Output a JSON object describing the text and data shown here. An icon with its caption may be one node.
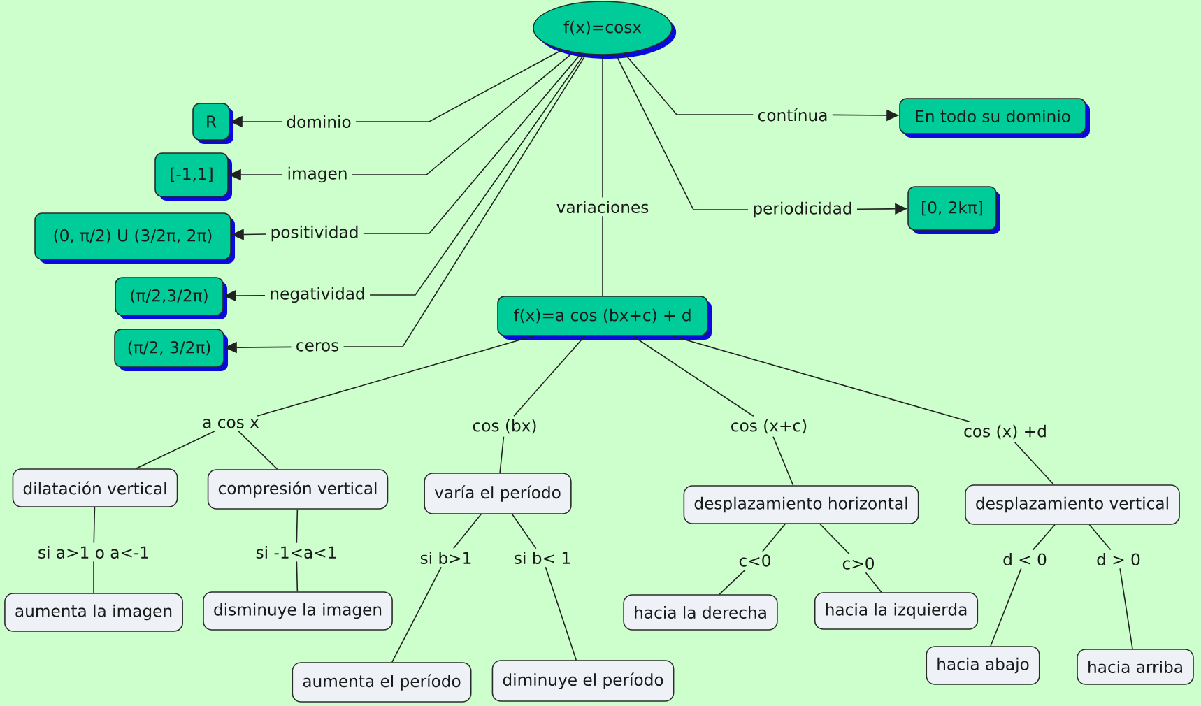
{
  "diagram": {
    "nodes": [
      {
        "text": [
          "f(x)=cosx"
        ]
      },
      {
        "text": [
          "dominio"
        ]
      },
      {
        "text": [
          "R"
        ]
      },
      {
        "text": [
          "imagen"
        ]
      },
      {
        "text": [
          "[-1,1]"
        ]
      },
      {
        "text": [
          "positividad"
        ]
      },
      {
        "text": [
          "(0, π/2) U (3/2π, 2π)"
        ]
      },
      {
        "text": [
          "negatividad"
        ]
      },
      {
        "text": [
          "(π/2,3/2π)"
        ]
      },
      {
        "text": [
          "ceros"
        ]
      },
      {
        "text": [
          "(π/2, 3/2π)"
        ]
      },
      {
        "text": [
          "contínua"
        ]
      },
      {
        "text": [
          "En todo su dominio"
        ]
      },
      {
        "text": [
          "variaciones"
        ]
      },
      {
        "text": [
          "periodicidad"
        ]
      },
      {
        "text": [
          "[0, 2kπ]"
        ]
      },
      {
        "text": [
          "f(x)=a cos (bx+c) + d"
        ]
      },
      {
        "text": [
          "a cos x"
        ]
      },
      {
        "text": [
          "cos (bx)"
        ]
      },
      {
        "text": [
          "cos (x+c)"
        ]
      },
      {
        "text": [
          "cos (x) +d"
        ]
      },
      {
        "text": [
          "dilatación vertical"
        ]
      },
      {
        "text": [
          "compresión vertical"
        ]
      },
      {
        "text": [
          "varía el período"
        ]
      },
      {
        "text": [
          "desplazamiento horizontal"
        ]
      },
      {
        "text": [
          "desplazamiento vertical"
        ]
      },
      {
        "text": [
          "si a>1 o a<-1"
        ]
      },
      {
        "text": [
          "si -1<a<1"
        ]
      },
      {
        "text": [
          "si b>1"
        ]
      },
      {
        "text": [
          "si b< 1"
        ]
      },
      {
        "text": [
          "c<0"
        ]
      },
      {
        "text": [
          "c>0"
        ]
      },
      {
        "text": [
          "d < 0"
        ]
      },
      {
        "text": [
          "d > 0"
        ]
      },
      {
        "text": [
          "aumenta la imagen"
        ]
      },
      {
        "text": [
          "disminuye la imagen"
        ]
      },
      {
        "text": [
          "aumenta el período"
        ]
      },
      {
        "text": [
          "diminuye el período"
        ]
      },
      {
        "text": [
          "hacia la derecha"
        ]
      },
      {
        "text": [
          "hacia la izquierda"
        ]
      },
      {
        "text": [
          "hacia abajo"
        ]
      },
      {
        "text": [
          "hacia arriba"
        ]
      }
    ],
    "edges": [
      {
        "from": 0,
        "to": 1,
        "arrow": "none"
      },
      {
        "from": 1,
        "to": 2,
        "arrow": "to"
      },
      {
        "from": 0,
        "to": 3,
        "arrow": "none"
      },
      {
        "from": 3,
        "to": 4,
        "arrow": "to"
      },
      {
        "from": 0,
        "to": 5,
        "arrow": "none"
      },
      {
        "from": 5,
        "to": 6,
        "arrow": "to"
      },
      {
        "from": 0,
        "to": 7,
        "arrow": "none"
      },
      {
        "from": 7,
        "to": 8,
        "arrow": "to"
      },
      {
        "from": 0,
        "to": 9,
        "arrow": "none"
      },
      {
        "from": 9,
        "to": 10,
        "arrow": "to"
      },
      {
        "from": 0,
        "to": 11,
        "arrow": "none"
      },
      {
        "from": 11,
        "to": 12,
        "arrow": "to"
      },
      {
        "from": 0,
        "to": 13,
        "arrow": "none"
      },
      {
        "from": 13,
        "to": 16,
        "arrow": "none"
      },
      {
        "from": 0,
        "to": 14,
        "arrow": "none"
      },
      {
        "from": 14,
        "to": 15,
        "arrow": "to"
      },
      {
        "from": 16,
        "to": 17,
        "arrow": "none"
      },
      {
        "from": 17,
        "to": 21,
        "arrow": "none"
      },
      {
        "from": 17,
        "to": 22,
        "arrow": "none"
      },
      {
        "from": 21,
        "to": 26,
        "arrow": "none"
      },
      {
        "from": 26,
        "to": 34,
        "arrow": "none"
      },
      {
        "from": 22,
        "to": 27,
        "arrow": "none"
      },
      {
        "from": 27,
        "to": 35,
        "arrow": "none"
      },
      {
        "from": 16,
        "to": 18,
        "arrow": "none"
      },
      {
        "from": 18,
        "to": 23,
        "arrow": "none"
      },
      {
        "from": 23,
        "to": 28,
        "arrow": "none"
      },
      {
        "from": 28,
        "to": 36,
        "arrow": "none"
      },
      {
        "from": 23,
        "to": 29,
        "arrow": "none"
      },
      {
        "from": 29,
        "to": 37,
        "arrow": "none"
      },
      {
        "from": 16,
        "to": 19,
        "arrow": "none"
      },
      {
        "from": 19,
        "to": 24,
        "arrow": "none"
      },
      {
        "from": 24,
        "to": 30,
        "arrow": "none"
      },
      {
        "from": 30,
        "to": 38,
        "arrow": "none"
      },
      {
        "from": 24,
        "to": 31,
        "arrow": "none"
      },
      {
        "from": 31,
        "to": 39,
        "arrow": "none"
      },
      {
        "from": 16,
        "to": 20,
        "arrow": "none"
      },
      {
        "from": 20,
        "to": 25,
        "arrow": "none"
      },
      {
        "from": 25,
        "to": 32,
        "arrow": "none"
      },
      {
        "from": 32,
        "to": 40,
        "arrow": "none"
      },
      {
        "from": 25,
        "to": 33,
        "arrow": "none"
      },
      {
        "from": 33,
        "to": 41,
        "arrow": "none"
      }
    ]
  }
}
